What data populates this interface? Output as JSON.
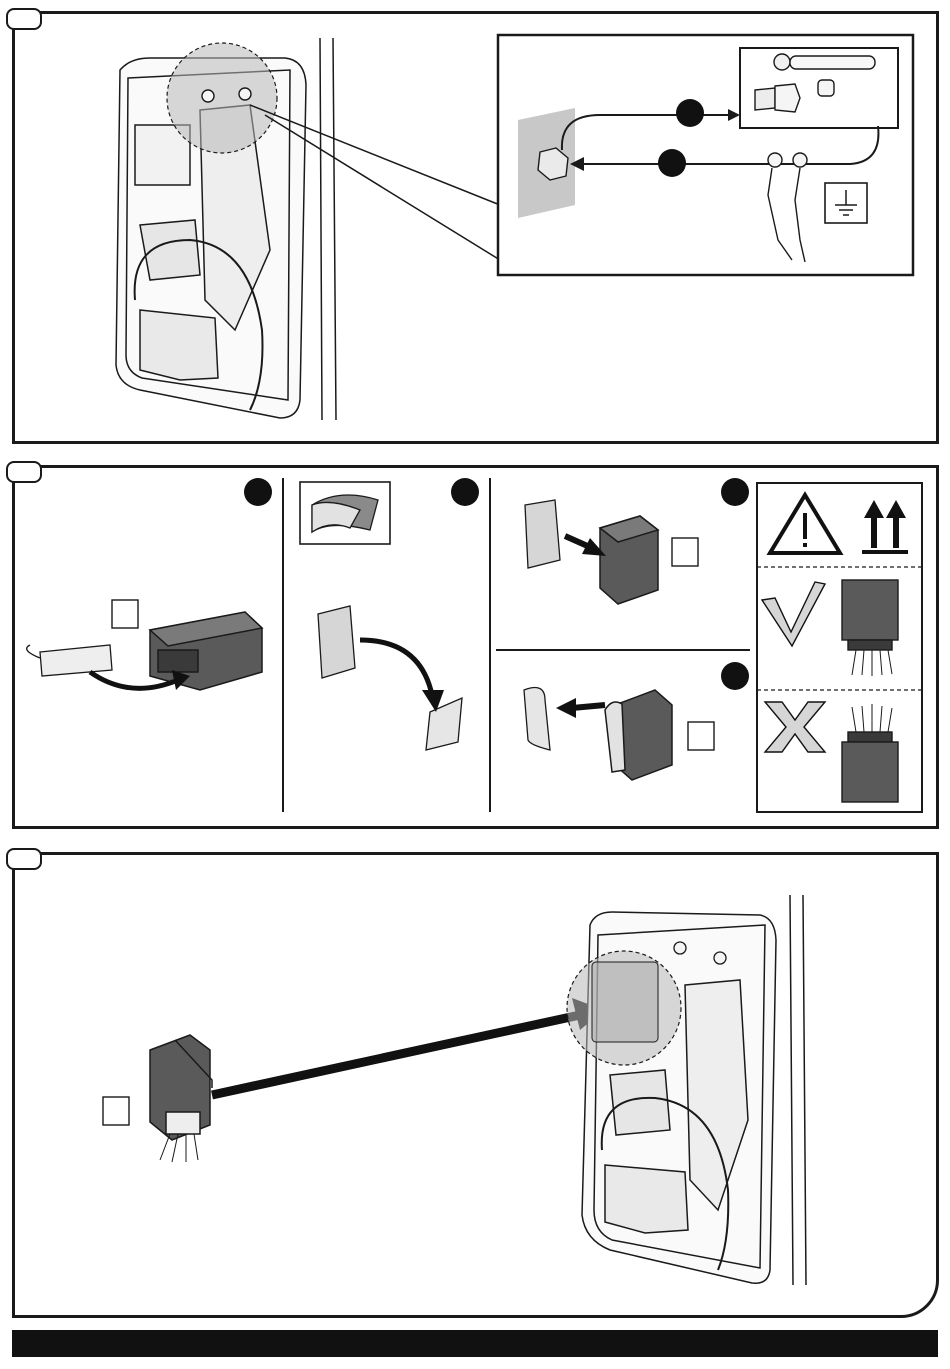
{
  "page": {
    "sections": [
      {
        "id": "section-1",
        "step_markers": [
          "",
          ""
        ]
      },
      {
        "id": "section-2",
        "step_markers": [
          "",
          "",
          "",
          ""
        ]
      },
      {
        "id": "section-3",
        "step_markers": []
      }
    ]
  },
  "icons": {
    "warning": "warning-triangle-icon",
    "this_way_up": "this-way-up-arrows-icon",
    "correct": "check-mark-icon",
    "incorrect": "cross-mark-icon",
    "ground": "ground-symbol-icon",
    "adhesive": "adhesive-pad-icon",
    "tools": "ratchet-wrench-icon"
  },
  "colors": {
    "module_fill": "#5a5a5a",
    "highlight_circle": "#b8b8b8",
    "line": "#1a1a1a",
    "light_gray": "#d6d6d6"
  }
}
